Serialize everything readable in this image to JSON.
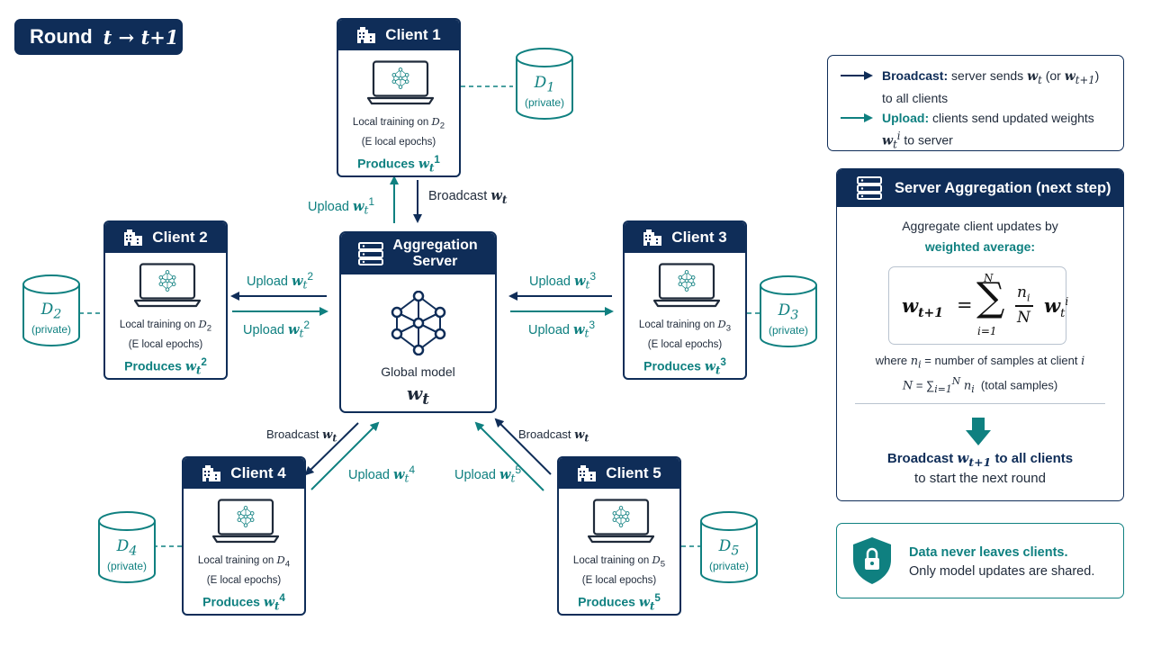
{
  "round": {
    "label": "Round",
    "expr": "t → t+1"
  },
  "server": {
    "title_line1": "Aggregation",
    "title_line2": "Server",
    "model_label": "Global model",
    "weight": "w",
    "weight_sub": "t"
  },
  "clients": [
    {
      "title": "Client 1",
      "train_prefix": "Local training on ",
      "dataset": "D",
      "dataset_sub": "2",
      "epochs": "(E local epochs)",
      "produces": "Produces ",
      "w_sup": "1",
      "cyl_sub": "1"
    },
    {
      "title": "Client 2",
      "train_prefix": "Local training on ",
      "dataset": "D",
      "dataset_sub": "2",
      "epochs": "(E local epochs)",
      "produces": "Produces ",
      "w_sup": "2",
      "cyl_sub": "2"
    },
    {
      "title": "Client 3",
      "train_prefix": "Local training on ",
      "dataset": "D",
      "dataset_sub": "3",
      "epochs": "(E local epochs)",
      "produces": "Produces ",
      "w_sup": "3",
      "cyl_sub": "3"
    },
    {
      "title": "Client 4",
      "train_prefix": "Local training on ",
      "dataset": "D",
      "dataset_sub": "4",
      "epochs": "(E local epochs)",
      "produces": "Produces ",
      "w_sup": "4",
      "cyl_sub": "4"
    },
    {
      "title": "Client 5",
      "train_prefix": "Local training on ",
      "dataset": "D",
      "dataset_sub": "5",
      "epochs": "(E local epochs)",
      "produces": "Produces ",
      "w_sup": "5",
      "cyl_sub": "5"
    }
  ],
  "datastore": {
    "letter": "D",
    "private": "(private)"
  },
  "edge_labels": {
    "upload": "Upload",
    "broadcast": "Broadcast"
  },
  "legend": {
    "broadcast_title": "Broadcast:",
    "broadcast_text": "server sends",
    "broadcast_alt": "(or",
    "broadcast_line2": "to all clients",
    "upload_title": "Upload:",
    "upload_text": "clients send updated weights",
    "upload_line2": "to server"
  },
  "aggregation": {
    "title": "Server Aggregation (next step)",
    "line1": "Aggregate client updates by",
    "line2": "weighted average:",
    "where_prefix": "where",
    "where_text": "= number of samples at client",
    "total_text": "(total samples)",
    "broadcast_bold_pre": "Broadcast",
    "broadcast_bold_post": "to all clients",
    "next_round": "to start the next round"
  },
  "privacy": {
    "line1": "Data never leaves clients.",
    "line2": "Only model updates are shared."
  },
  "colors": {
    "navy": "#0f2d58",
    "teal": "#0f8080"
  },
  "icons": [
    "building-icon",
    "laptop-icon",
    "neural-network-icon",
    "server-rack-icon",
    "database-icon",
    "shield-lock-icon",
    "arrow-down-icon"
  ]
}
